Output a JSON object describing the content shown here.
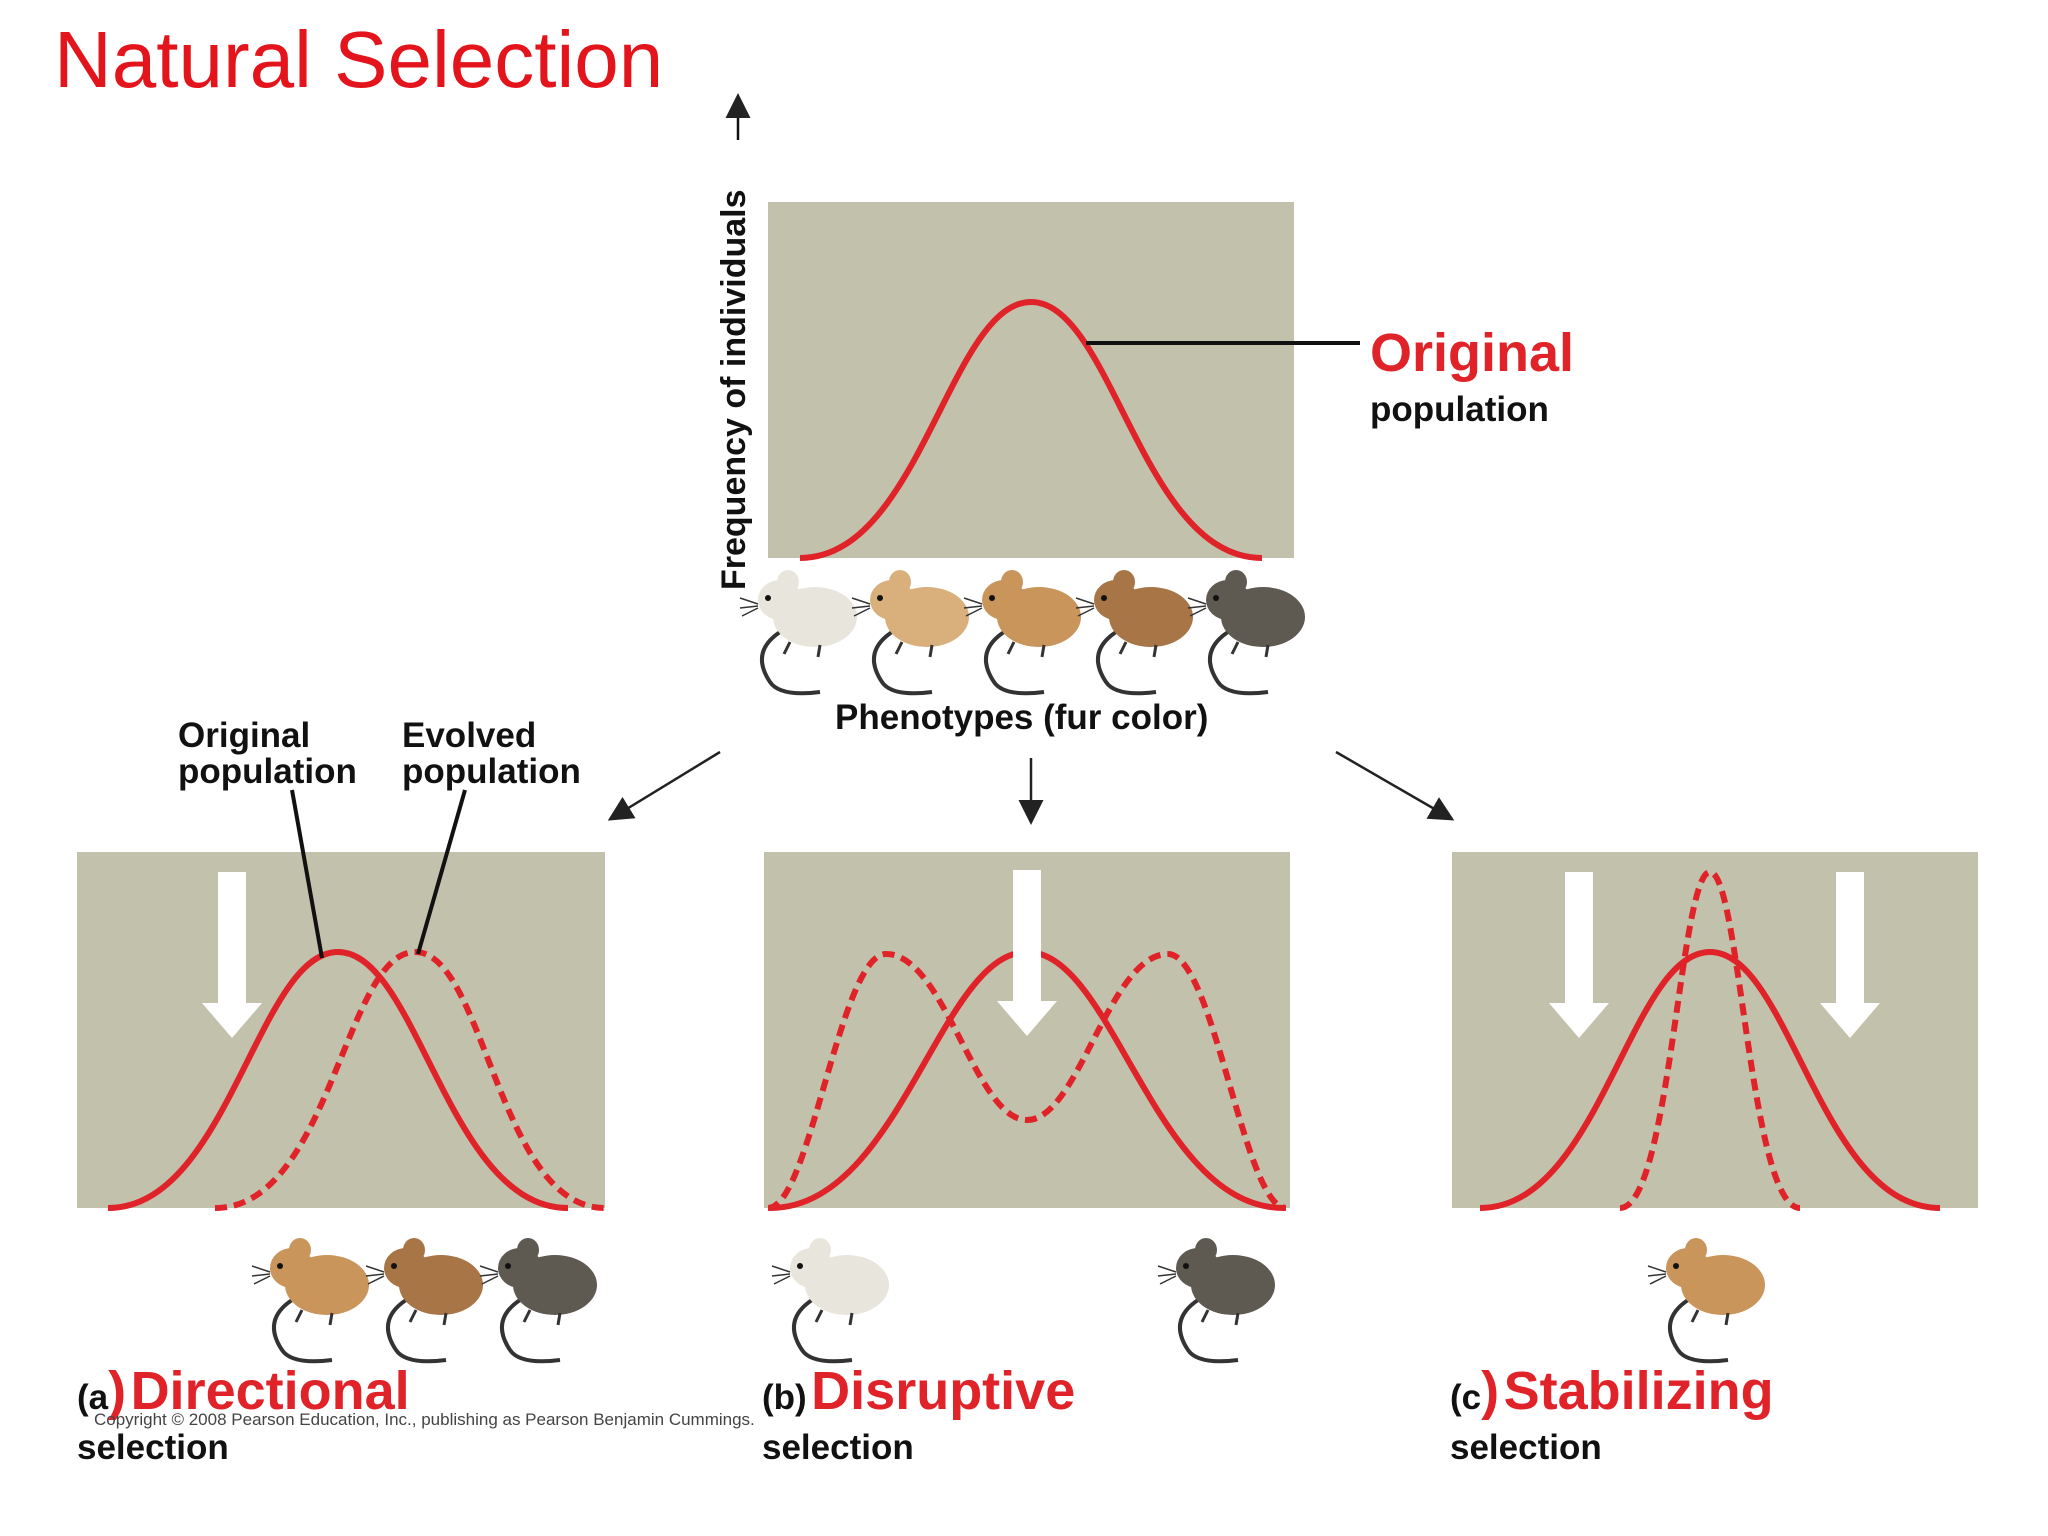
{
  "title": "Natural Selection",
  "top_panel": {
    "y_axis_label": "Frequency of individuals",
    "x_axis_label": "Phenotypes (fur color)",
    "callout_title": "Original",
    "callout_sub": "population"
  },
  "legend": {
    "original_line1": "Original",
    "original_line2": "population",
    "evolved_line1": "Evolved",
    "evolved_line2": "population"
  },
  "panels": [
    {
      "letter": "(a",
      "paren_close": ")",
      "name": "Directional",
      "sub": "selection"
    },
    {
      "letter": "(b)",
      "paren_close": "",
      "name": "Disruptive",
      "sub": "selection"
    },
    {
      "letter": "(c",
      "paren_close": ")",
      "name": "Stabilizing",
      "sub": "selection"
    }
  ],
  "copyright": "Copyright © 2008 Pearson Education, Inc., publishing as Pearson Benjamin Cummings.",
  "colors": {
    "title": "#e3141b",
    "curve": "#e02229",
    "panel_bg": "#c2c1ac",
    "selection_arrow": "#ffffff"
  },
  "mice_phenotypes": [
    "white",
    "light-tan",
    "tan",
    "brown",
    "dark-gray"
  ]
}
